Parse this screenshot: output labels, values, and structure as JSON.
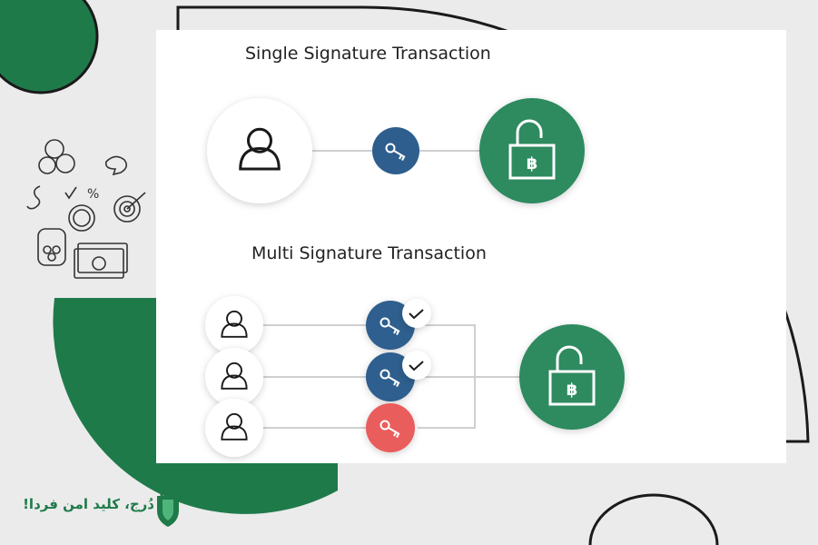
{
  "single": {
    "title": "Single Signature Transaction"
  },
  "multi": {
    "title": "Multi Signature Transaction",
    "signers": [
      {
        "status": "signed"
      },
      {
        "status": "signed"
      },
      {
        "status": "unsigned"
      }
    ]
  },
  "brand": {
    "tagline": "دُرج، کلید امن فردا!"
  },
  "colors": {
    "green": "#2f8a5e",
    "blue_key": "#2d5e8e",
    "red_key": "#ea5d5d",
    "brand_green": "#1f7a4a"
  }
}
